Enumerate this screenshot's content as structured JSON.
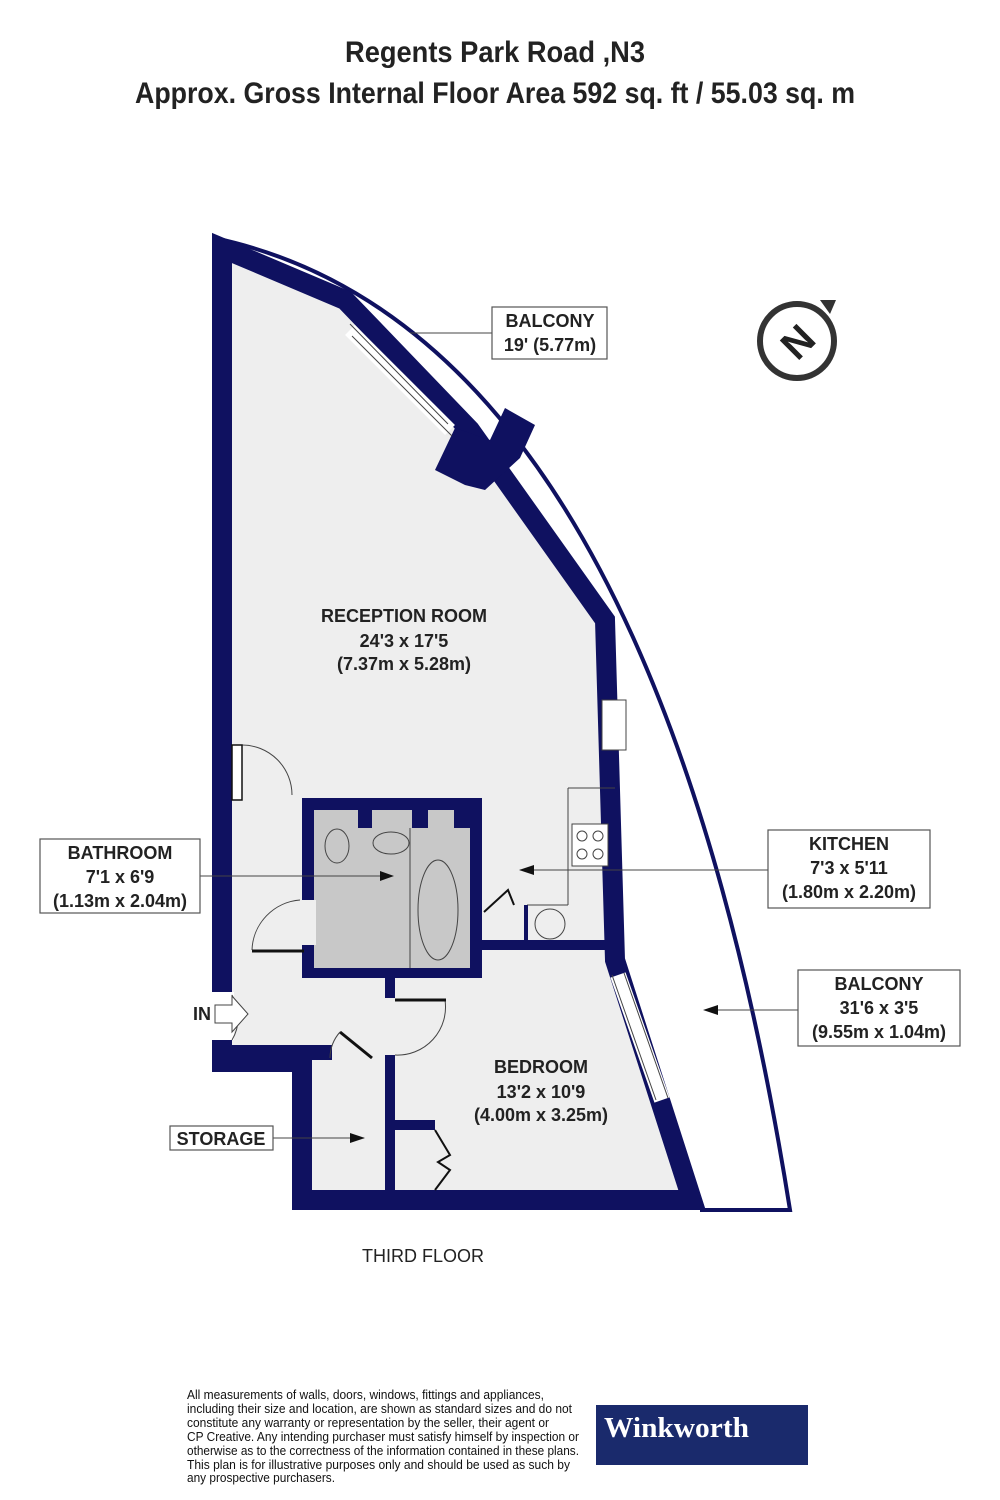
{
  "header": {
    "title": "Regents Park Road ,N3",
    "subtitle": "Approx. Gross Internal Floor Area 592 sq. ft / 55.03 sq. m"
  },
  "rooms": {
    "reception": {
      "name": "RECEPTION ROOM",
      "imperial": "24'3 x 17'5",
      "metric": "(7.37m x 5.28m)"
    },
    "bedroom": {
      "name": "BEDROOM",
      "imperial": "13'2 x 10'9",
      "metric": "(4.00m x 3.25m)"
    }
  },
  "callouts": {
    "balcony_top": {
      "name": "BALCONY",
      "size": "19' (5.77m)"
    },
    "bathroom": {
      "name": "BATHROOM",
      "imperial": "7'1 x 6'9",
      "metric": "(1.13m x 2.04m)"
    },
    "kitchen": {
      "name": "KITCHEN",
      "imperial": "7'3 x 5'11",
      "metric": "(1.80m x 2.20m)"
    },
    "balcony_right": {
      "name": "BALCONY",
      "imperial": "31'6 x 3'5",
      "metric": "(9.55m x 1.04m)"
    },
    "storage": {
      "name": "STORAGE"
    },
    "entrance": "IN"
  },
  "floor_label": "THIRD FLOOR",
  "compass": {
    "letter": "N",
    "icon": "north-compass-icon"
  },
  "disclaimer": [
    "All measurements of walls, doors, windows, fittings and appliances,",
    "including their size and location, are shown as standard sizes and do not",
    "constitute any warranty or representation by the seller, their agent or",
    "CP Creative. Any intending purchaser must satisfy himself by inspection or",
    "otherwise as to the correctness of the information contained in these plans.",
    "This plan is for illustrative purposes only and should be used as such by",
    "any prospective purchasers."
  ],
  "brand": {
    "name": "Winkworth",
    "color": "#1a2a6c"
  },
  "colors": {
    "wall": "#0f1160",
    "floor": "#eeeeee",
    "bathroom": "#c8c8c8"
  }
}
